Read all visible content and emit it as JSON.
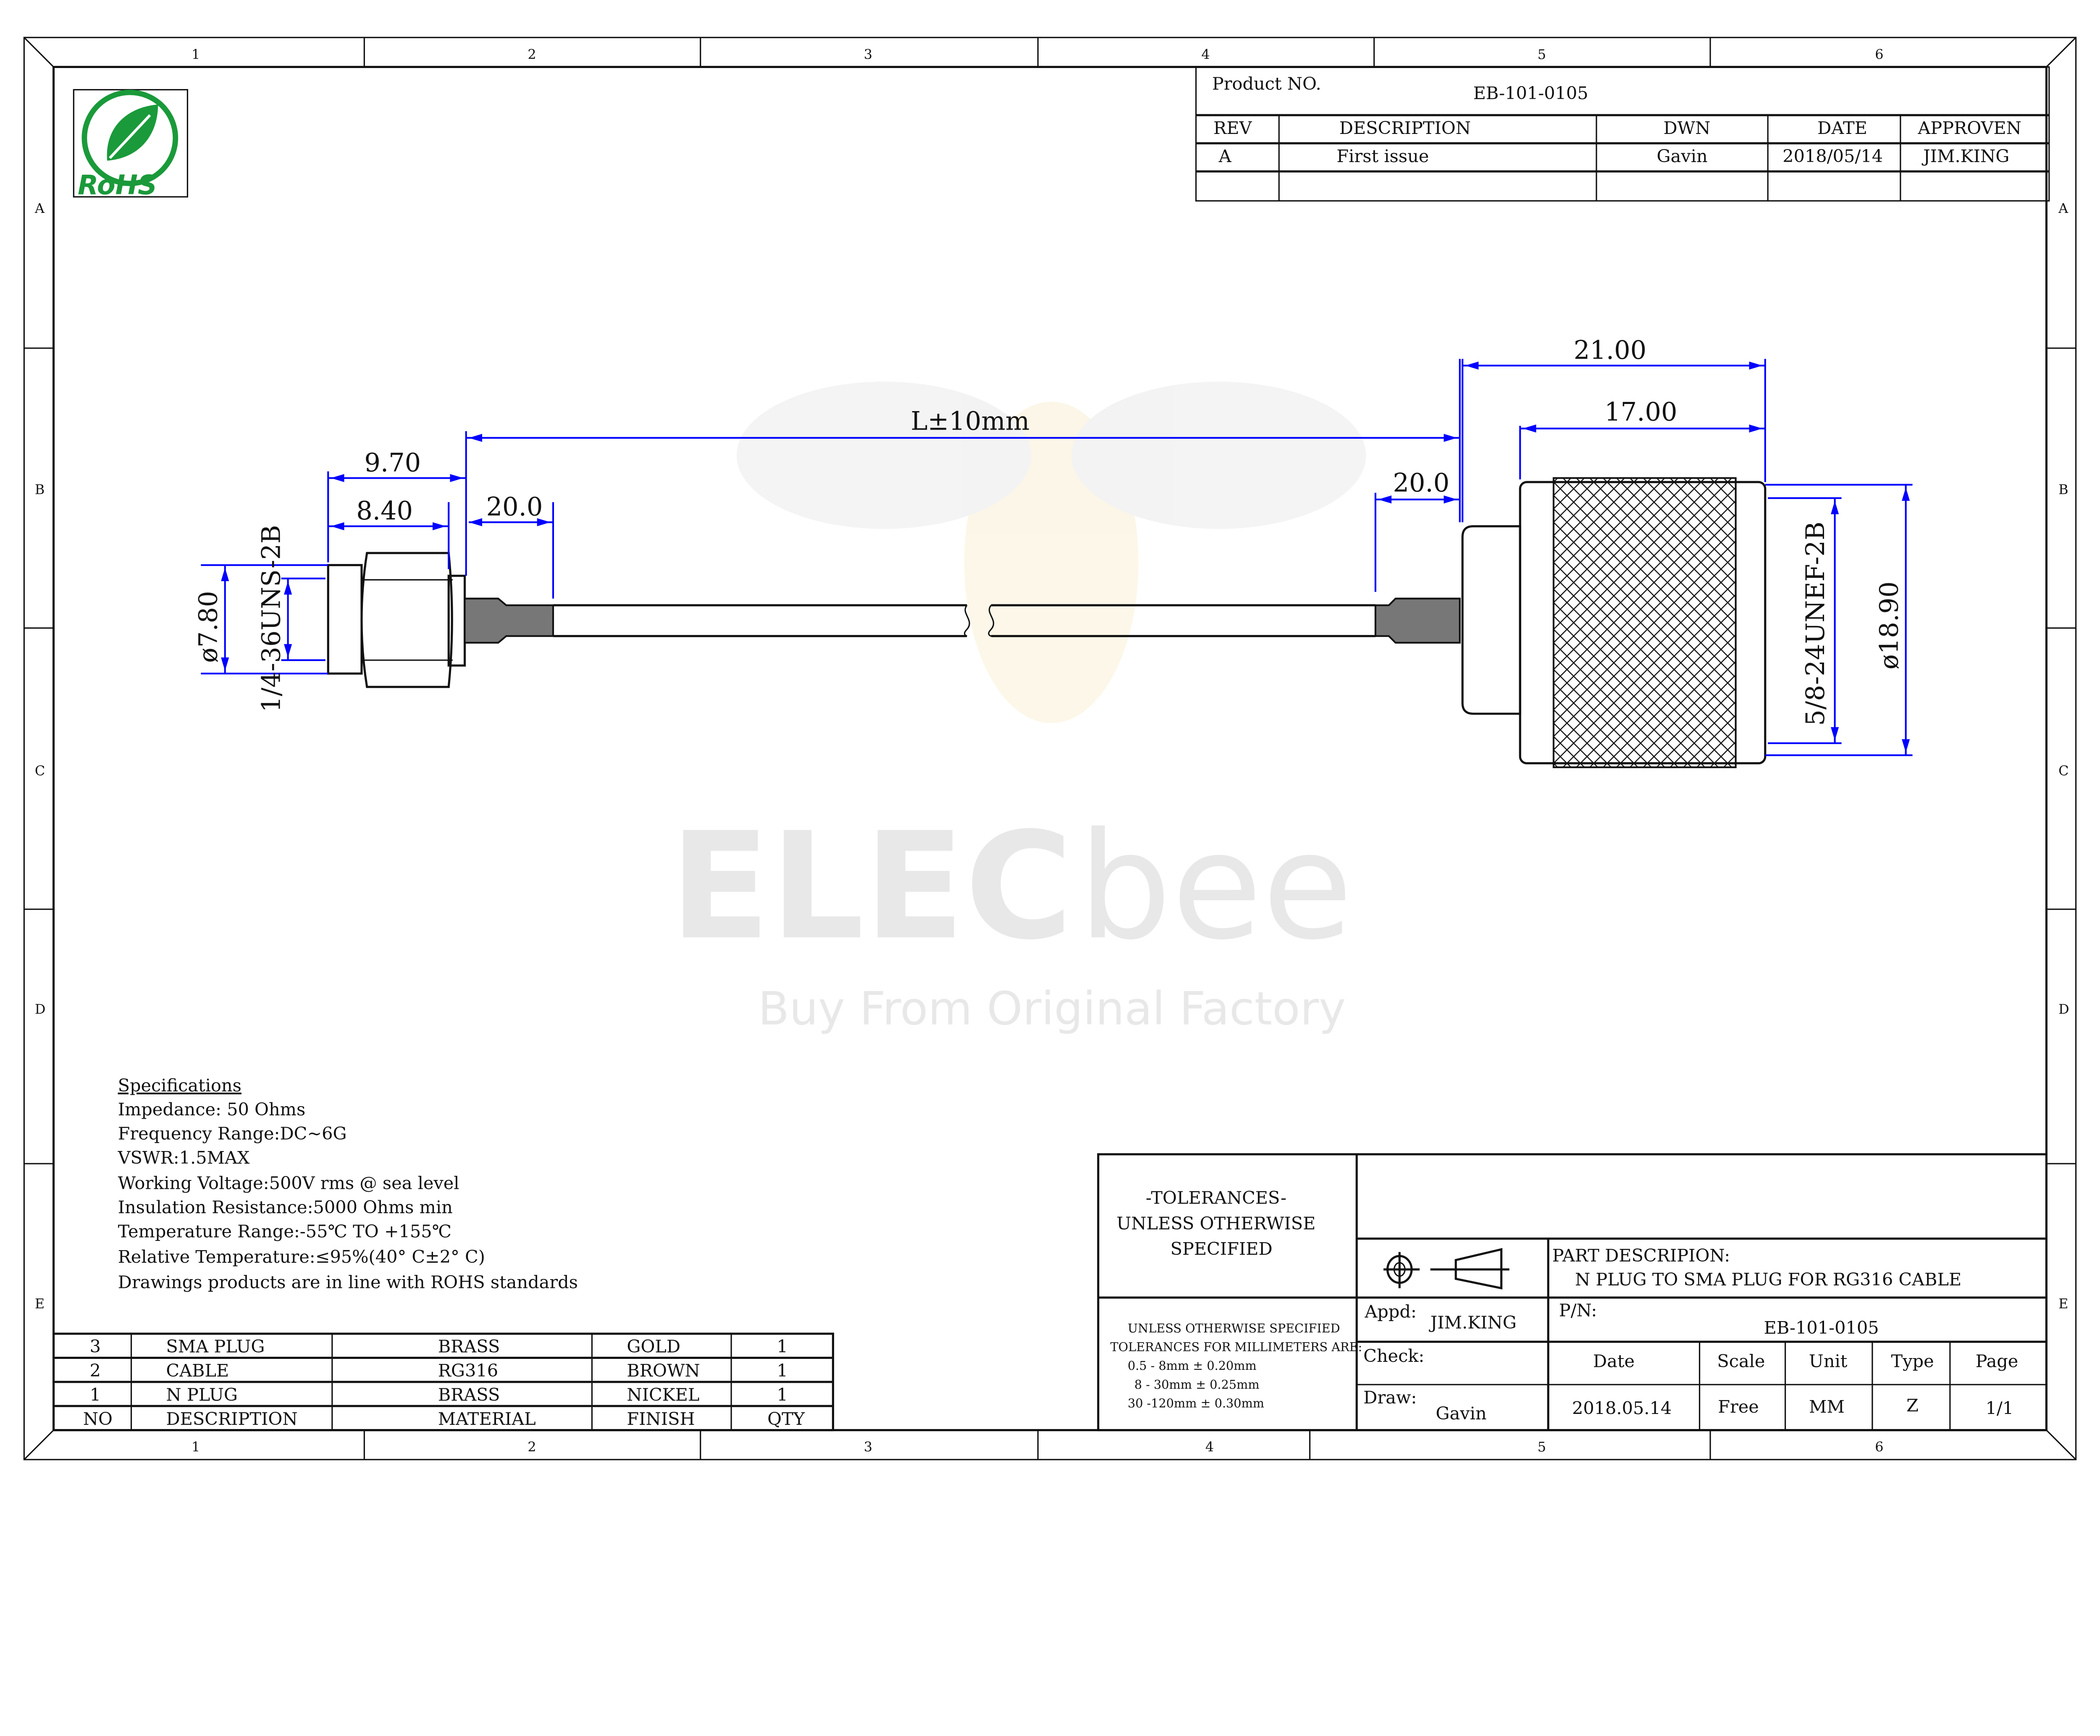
{
  "frame": {
    "columns": [
      "1",
      "2",
      "3",
      "4",
      "5",
      "6"
    ],
    "rows": [
      "A",
      "B",
      "C",
      "D",
      "E"
    ]
  },
  "logo": {
    "text": "RoHS"
  },
  "watermark": {
    "brand_a": "ELEC",
    "brand_b": "bee",
    "tagline": "Buy From Original Factory"
  },
  "revision_table": {
    "product_no_label": "Product NO.",
    "product_no": "EB-101-0105",
    "headers": [
      "REV",
      "DESCRIPTION",
      "DWN",
      "DATE",
      "APPROVEN"
    ],
    "rows": [
      [
        "A",
        "First issue",
        "Gavin",
        "2018/05/14",
        "JIM.KING"
      ]
    ]
  },
  "dimensions": {
    "length": "L±10mm",
    "sma_overall": "9.70",
    "sma_hex": "8.40",
    "sma_crimp": "20.0",
    "sma_dia": "ø7.80",
    "sma_thread": "1/4-36UNS-2B",
    "n_overall": "21.00",
    "n_nut": "17.00",
    "n_crimp": "20.0",
    "n_thread": "5/8-24UNEF-2B",
    "n_dia": "ø18.90"
  },
  "specifications": {
    "title": "Specifications",
    "lines": [
      "Impedance: 50 Ohms",
      "Frequency Range:DC~6G",
      "VSWR:1.5MAX",
      "Working Voltage:500V rms @ sea level",
      "Insulation Resistance:5000 Ohms min",
      "Temperature Range:-55℃ TO +155℃",
      "Relative Temperature:≤95%(40° C±2° C)",
      "Drawings products are in line with ROHS standards"
    ]
  },
  "bom": {
    "headers": [
      "NO",
      "DESCRIPTION",
      "MATERIAL",
      "FINISH",
      "QTY"
    ],
    "rows": [
      [
        "3",
        "SMA PLUG",
        "BRASS",
        "GOLD",
        "1"
      ],
      [
        "2",
        "CABLE",
        "RG316",
        "BROWN",
        "1"
      ],
      [
        "1",
        "N PLUG",
        "BRASS",
        "NICKEL",
        "1"
      ]
    ]
  },
  "title_block": {
    "tolerances_title": [
      "-TOLERANCES-",
      "UNLESS OTHERWISE",
      "SPECIFIED"
    ],
    "tolerance_notes": [
      "UNLESS OTHERWISE SPECIFIED",
      "TOLERANCES FOR MILLIMETERS ARE:",
      "0.5 - 8mm ± 0.20mm",
      "8 - 30mm ± 0.25mm",
      "30 -120mm ± 0.30mm"
    ],
    "part_description_label": "PART DESCRIPION:",
    "part_description": "N PLUG TO SMA PLUG FOR RG316 CABLE",
    "appd_label": "Appd:",
    "appd": "JIM.KING",
    "pn_label": "P/N:",
    "pn": "EB-101-0105",
    "check_label": "Check:",
    "draw_label": "Draw:",
    "draw": "Gavin",
    "headers": [
      "Date",
      "Scale",
      "Unit",
      "Type",
      "Page"
    ],
    "values": [
      "2018.05.14",
      "Free",
      "MM",
      "Z",
      "1/1"
    ]
  },
  "colors": {
    "dimension": "#0000ff",
    "logo_green": "#1a9a3a",
    "crimp": "#777777"
  }
}
